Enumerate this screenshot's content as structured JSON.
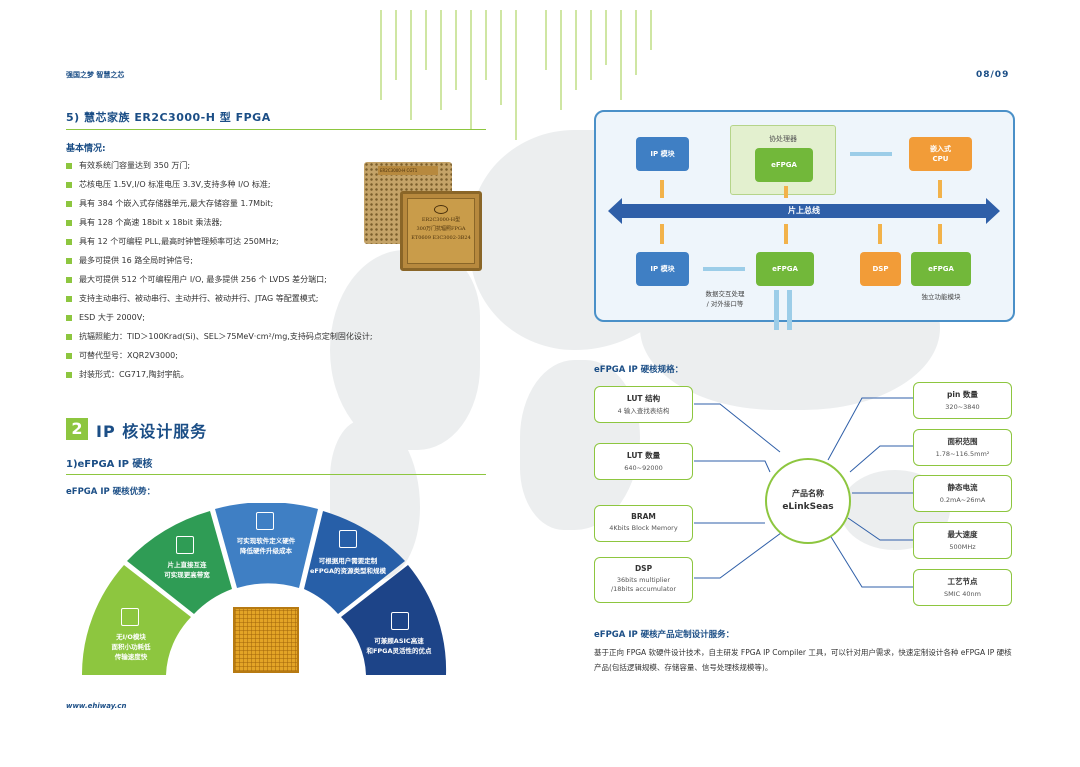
{
  "header": {
    "left_slogan": "强国之梦 智慧之芯",
    "page_numbers": "08/09"
  },
  "left": {
    "section_title": "5) 慧芯家族 ER2C3000-H 型 FPGA",
    "basic_title": "基本情况:",
    "features": [
      "有效系统门容量达到 350 万门;",
      "芯核电压 1.5V,I/O 标准电压 3.3V,支持多种 I/O 标准;",
      "具有 384 个嵌入式存储器单元,最大存储容量 1.7Mbit;",
      "具有 128 个高速 18bit x 18bit 乘法器;",
      "具有 12 个可编程 PLL,最高时钟管理频率可达 250MHz;",
      "最多可提供 16 路全局时钟信号;",
      "最大可提供 512 个可编程用户 I/O, 最多提供 256 个 LVDS 差分端口;",
      "支持主动串行、被动串行、主动并行、被动并行、JTAG 等配置模式;",
      "ESD 大于 2000V;",
      "抗辐照能力：TID＞100Krad(Si)、SEL＞75MeV·cm²/mg,支持码点定制固化设计;",
      "可替代型号：XQR2V3000;",
      "封装形式：CG717,陶封宇航。"
    ],
    "chip_label_back": "ER2C3000-H CGT1",
    "chip_label_lines": [
      "ER2C3000-H型",
      "300万门抗辐照FPGA",
      "ET0609 E3C3002-3B24"
    ],
    "section2_number": "2",
    "section2_title": "IP 核设计服务",
    "sub1": "1)eFPGA IP 硬核",
    "adv_title": "eFPGA IP 硬核优势：",
    "advantages": [
      "无I/O模块\n面积小功耗低\n传输速度快",
      "片上直接互连\n可实现更高带宽",
      "可实现软件定义硬件\n降低硬件升级成本",
      "可根据用户需要定制\neFPGA的资源类型和规模",
      "可兼顾ASIC高速\n和FPGA灵活性的优点"
    ],
    "footer_url": "www.ehiway.cn"
  },
  "right": {
    "arch": {
      "ip_module_top": "IP 模块",
      "coprocessor": "协处理器",
      "efpga_coproc": "eFPGA",
      "embedded_cpu": "嵌入式\nCPU",
      "bus": "片上总线",
      "ip_module_bottom": "IP 模块",
      "efpga_mid": "eFPGA",
      "dsp": "DSP",
      "efpga_right": "eFPGA",
      "caption_interact": "数据交互处理\n/ 对外接口等",
      "caption_function": "独立功能模块"
    },
    "spec_title": "eFPGA IP 硬核规格：",
    "specs_left": [
      {
        "title": "LUT 结构",
        "value": "4 输入查找表结构"
      },
      {
        "title": "LUT 数量",
        "value": "640~92000"
      },
      {
        "title": "BRAM",
        "value": "4Kbits Block Memory"
      },
      {
        "title": "DSP",
        "value": "36bits multiplier\n/18bits accumulator"
      }
    ],
    "specs_right": [
      {
        "title": "pin 数量",
        "value": "320~3840"
      },
      {
        "title": "面积范围",
        "value": "1.78~116.5mm²"
      },
      {
        "title": "静态电流",
        "value": "0.2mA~26mA"
      },
      {
        "title": "最大速度",
        "value": "500MHz"
      },
      {
        "title": "工艺节点",
        "value": "SMIC 40nm"
      }
    ],
    "hub": {
      "label": "产品名称",
      "name": "eLinkSeas"
    },
    "service_title": "eFPGA IP 硬核产品定制设计服务：",
    "service_body": "基于正向 FPGA 软硬件设计技术，自主研发 FPGA IP Compiler 工具，可以针对用户需求，快速定制设计各种 eFPGA IP 硬核产品(包括逻辑规模、存储容量、信号处理核规模等)。"
  },
  "colors": {
    "brand_blue": "#1b4e86",
    "accent_green": "#8dc63f",
    "block_blue": "#3f7fc4",
    "block_orange": "#f29c38"
  }
}
